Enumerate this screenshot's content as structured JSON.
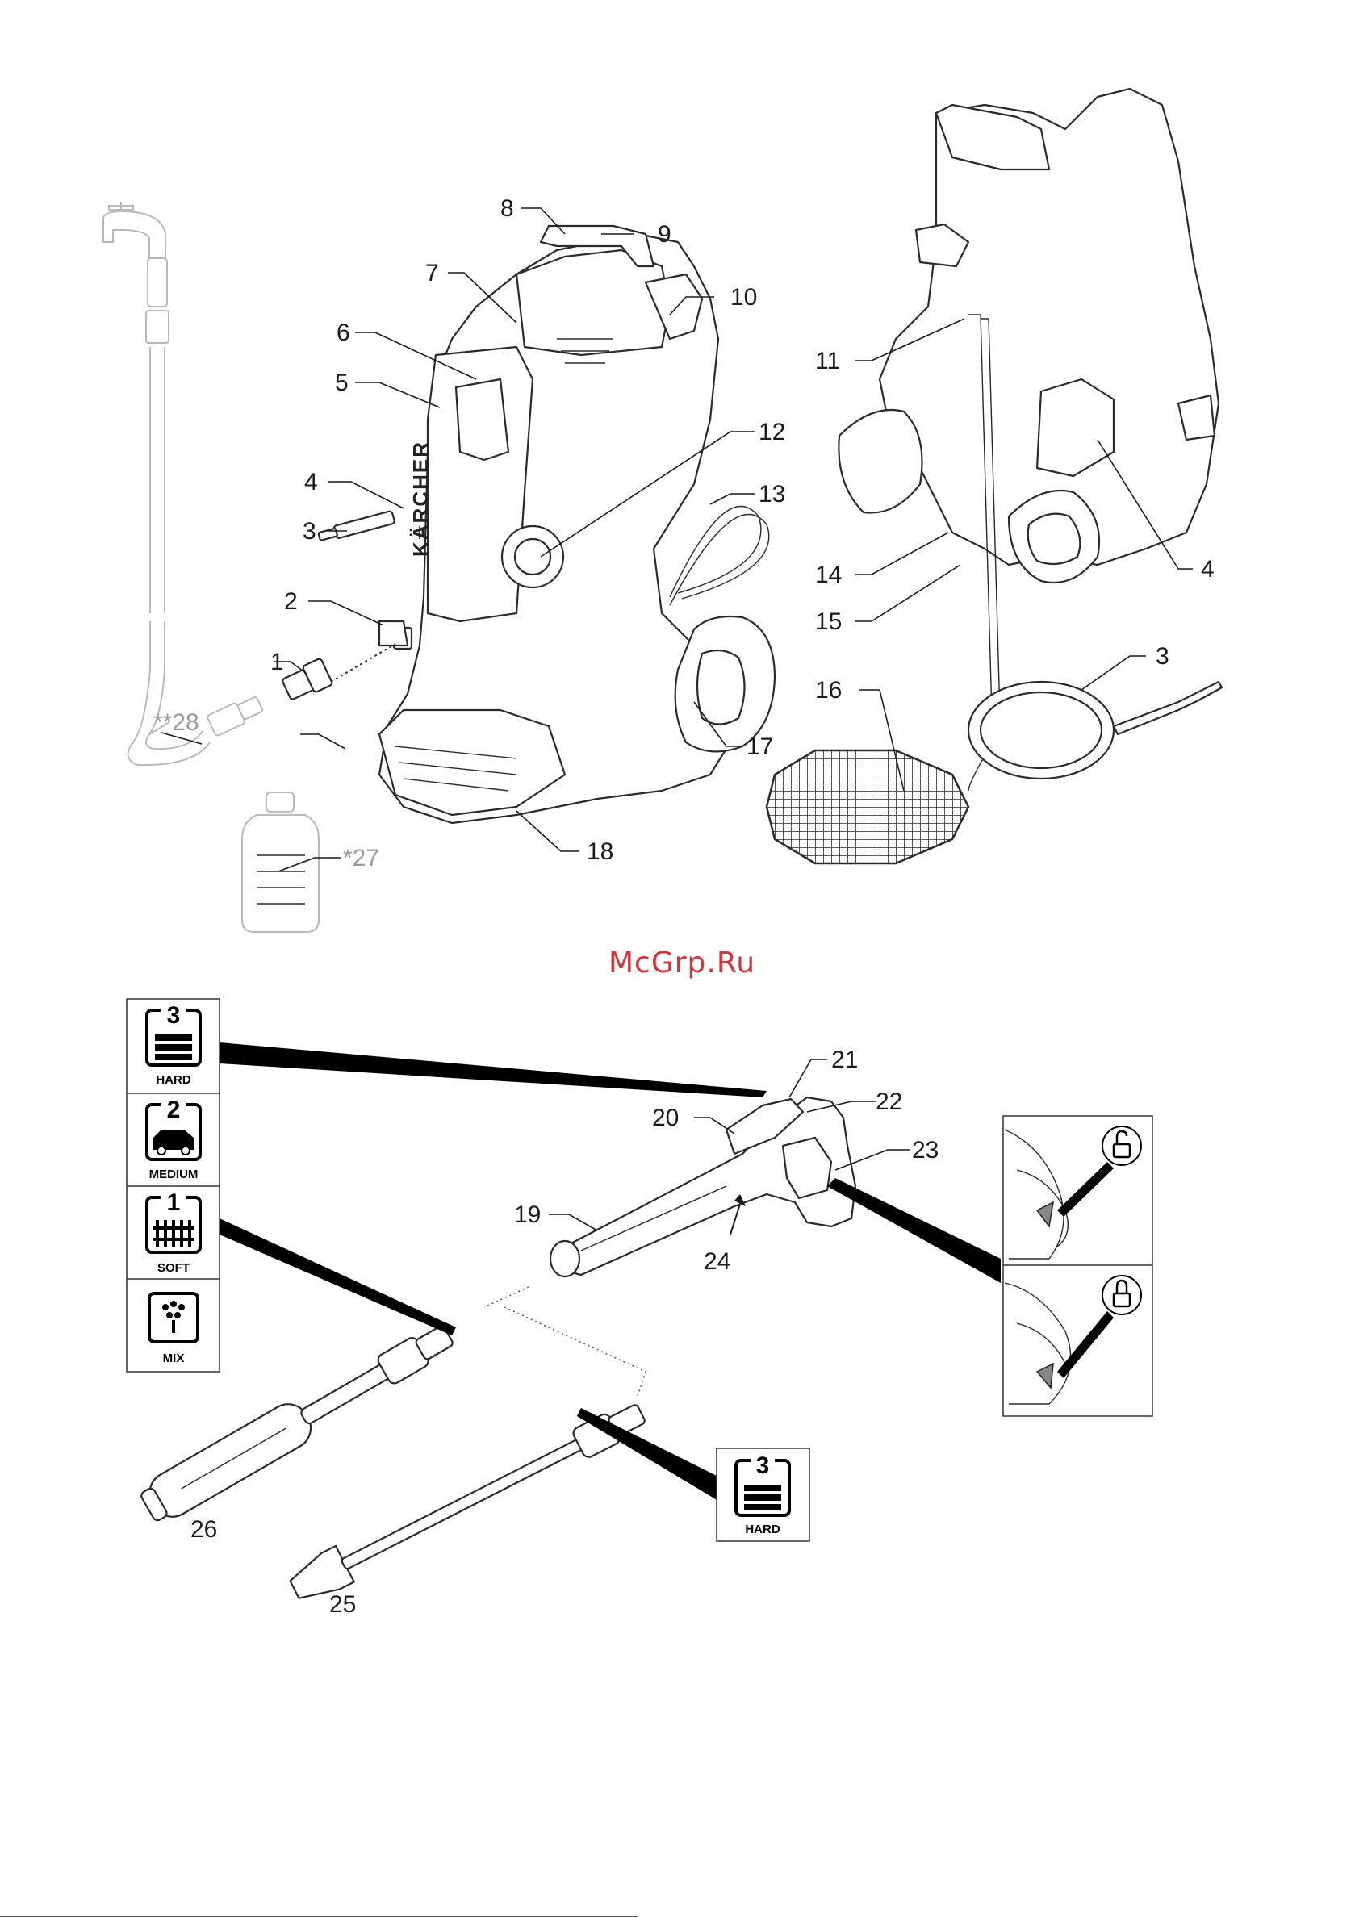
{
  "watermark": "McGrp.Ru",
  "callouts": {
    "c1": "1",
    "c2": "2",
    "c3": "3",
    "c3b": "3",
    "c4": "4",
    "c4b": "4",
    "c5": "5",
    "c6": "6",
    "c7": "7",
    "c8": "8",
    "c9": "9",
    "c10": "10",
    "c11": "11",
    "c12": "12",
    "c13": "13",
    "c14": "14",
    "c15": "15",
    "c16": "16",
    "c17": "17",
    "c18": "18",
    "c19": "19",
    "c20": "20",
    "c21": "21",
    "c22": "22",
    "c23": "23",
    "c24": "24",
    "c25": "25",
    "c26": "26",
    "c27": "*27",
    "c28": "**28"
  },
  "brand_on_unit": "KÄRCHER",
  "pressure_modes": [
    {
      "digit": "3",
      "label": "HARD",
      "icon": "brick-wall-icon"
    },
    {
      "digit": "2",
      "label": "MEDIUM",
      "icon": "car-icon"
    },
    {
      "digit": "1",
      "label": "SOFT",
      "icon": "fence-icon"
    },
    {
      "digit": "",
      "label": "MIX",
      "icon": "detergent-spray-icon"
    }
  ],
  "nozzle_badge": {
    "digit": "3",
    "label": "HARD",
    "icon": "brick-wall-icon"
  },
  "lock_states": [
    "unlocked-padlock-icon",
    "locked-padlock-icon"
  ]
}
